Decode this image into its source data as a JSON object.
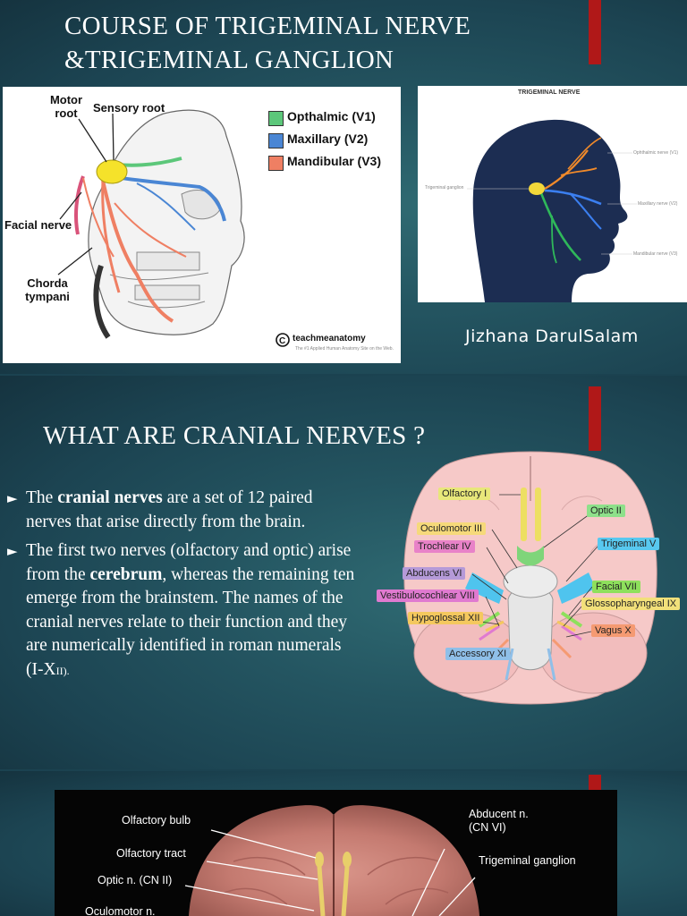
{
  "slide1": {
    "title_line1": "COURSE OF TRIGEMINAL NERVE",
    "title_line2": "&TRIGEMINAL GANGLION",
    "figure_left": {
      "labels": {
        "motor_root": "Motor\nroot",
        "sensory_root": "Sensory root",
        "facial_nerve": "Facial nerve",
        "chorda_tympani": "Chorda\ntympani"
      },
      "legend": [
        {
          "label": "Opthalmic (V1)",
          "color": "#5cc77a"
        },
        {
          "label": "Maxillary (V2)",
          "color": "#4a86d4"
        },
        {
          "label": "Mandibular (V3)",
          "color": "#ef7f63"
        }
      ],
      "credit": "teachmeanatomy",
      "credit_sub": "The #1 Applied Human Anatomy Site on the Web."
    },
    "figure_right": {
      "title": "TRIGEMINAL NERVE",
      "labels": {
        "ganglion": "Trigeminal ganglion",
        "ophthalmic": "Ophthalmic nerve (V1)",
        "maxillary": "Maxillary nerve (V2)",
        "mandibular": "Mandibular nerve (V3)"
      }
    },
    "author": "Jizhana DarulSalam"
  },
  "slide2": {
    "title": "WHAT ARE CRANIAL NERVES ?",
    "bullets": {
      "b1_pre": "The ",
      "b1_bold": "cranial nerves",
      "b1_post": " are a set of 12 paired nerves that arise directly from the brain.",
      "b2_pre": "The first two nerves (olfactory and optic) arise from the ",
      "b2_bold": "cerebrum",
      "b2_post": ", whereas the remaining ten emerge from the brainstem. The names of the cranial nerves relate to their function and they are numerically identified in roman numerals (I-X",
      "b2_small": "II).",
      "arrow": "►"
    },
    "brain_labels": [
      {
        "key": "olfactory",
        "label": "Olfactory I",
        "color": "#e8e77a"
      },
      {
        "key": "optic",
        "label": "Optic II",
        "color": "#8ee08a"
      },
      {
        "key": "oculomotor",
        "label": "Oculomotor III",
        "color": "#f6d97a"
      },
      {
        "key": "trochlear",
        "label": "Trochlear IV",
        "color": "#e882c8"
      },
      {
        "key": "trigeminal",
        "label": "Trigeminal V",
        "color": "#58c8ef"
      },
      {
        "key": "abducens",
        "label": "Abducens VI",
        "color": "#b59ad8"
      },
      {
        "key": "facial",
        "label": "Facial VII",
        "color": "#8ee05c"
      },
      {
        "key": "vestibulo",
        "label": "Vestibulocochlear VIII",
        "color": "#e07ad0"
      },
      {
        "key": "glosso",
        "label": "Glossopharyngeal IX",
        "color": "#f2e07a"
      },
      {
        "key": "hypoglossal",
        "label": "Hypoglossal XII",
        "color": "#f4c85e"
      },
      {
        "key": "vagus",
        "label": "Vagus X",
        "color": "#f59a72"
      },
      {
        "key": "accessory",
        "label": "Accessory XI",
        "color": "#8fbfe8"
      }
    ]
  },
  "slide3": {
    "labels": {
      "olfactory_bulb": "Olfactory bulb",
      "olfactory_tract": "Olfactory tract",
      "optic_n": "Optic n. (CN II)",
      "oculomotor_n": "Oculomotor n.",
      "abducent_n": "Abducent n.\n(CN VI)",
      "trigeminal_ganglion": "Trigeminal ganglion"
    }
  }
}
